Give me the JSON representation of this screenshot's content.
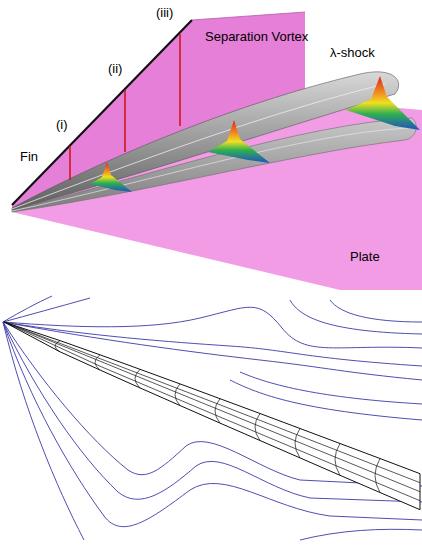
{
  "diagram": {
    "labels": [
      "(iii)",
      "(ii)",
      "(i)",
      "Fin",
      "Separation Vortex",
      "λ-shock",
      "Plate"
    ]
  }
}
